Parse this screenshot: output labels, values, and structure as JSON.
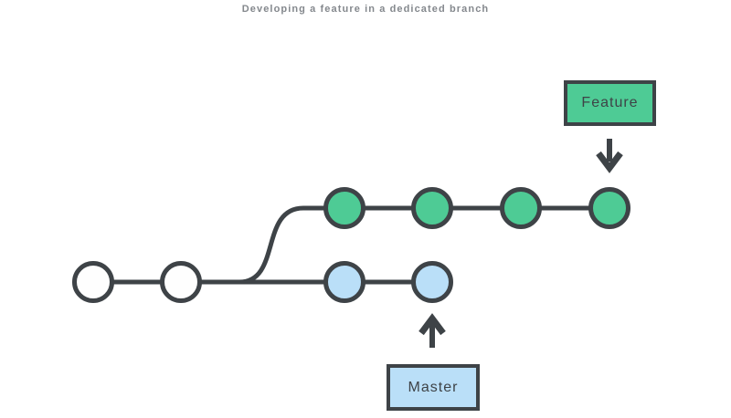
{
  "title": "Developing a feature in a dedicated branch",
  "colors": {
    "outline": "#3E4347",
    "feature_green": "#4ECB95",
    "master_blue": "#BADFF8",
    "commit_white": "#FEFEFE",
    "title_text": "#84888D",
    "background": "#FFFFFF"
  },
  "feature_branch": {
    "label": "Feature",
    "commit_count": 4,
    "pointer_icon": "arrow-down"
  },
  "master_branch": {
    "label": "Master",
    "shared_commit_count": 2,
    "branch_commit_count": 2,
    "pointer_icon": "arrow-up"
  }
}
